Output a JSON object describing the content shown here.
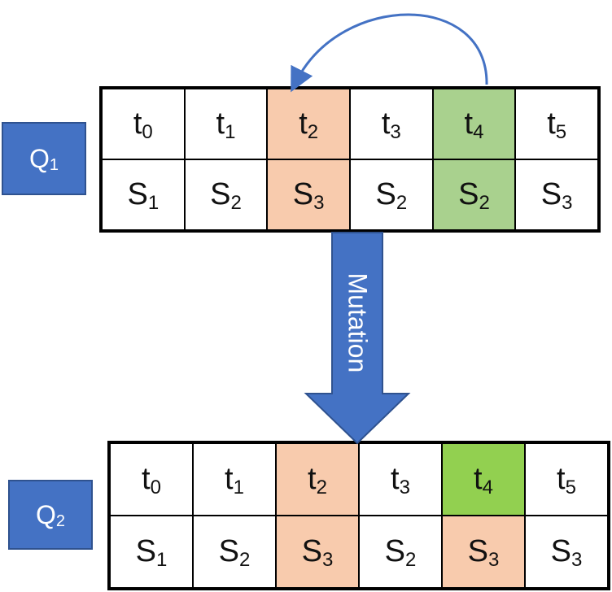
{
  "q1": {
    "label_main": "Q",
    "label_sub": "1",
    "row_t": [
      {
        "main": "t",
        "sub": "0",
        "color": "white"
      },
      {
        "main": "t",
        "sub": "1",
        "color": "white"
      },
      {
        "main": "t",
        "sub": "2",
        "color": "orange"
      },
      {
        "main": "t",
        "sub": "3",
        "color": "white"
      },
      {
        "main": "t",
        "sub": "4",
        "color": "green-light"
      },
      {
        "main": "t",
        "sub": "5",
        "color": "white"
      }
    ],
    "row_s": [
      {
        "main": "S",
        "sub": "1",
        "color": "white"
      },
      {
        "main": "S",
        "sub": "2",
        "color": "white"
      },
      {
        "main": "S",
        "sub": "3",
        "color": "orange"
      },
      {
        "main": "S",
        "sub": "2",
        "color": "white"
      },
      {
        "main": "S",
        "sub": "2",
        "color": "green-light"
      },
      {
        "main": "S",
        "sub": "3",
        "color": "white"
      }
    ]
  },
  "q2": {
    "label_main": "Q",
    "label_sub": "2",
    "row_t": [
      {
        "main": "t",
        "sub": "0",
        "color": "white"
      },
      {
        "main": "t",
        "sub": "1",
        "color": "white"
      },
      {
        "main": "t",
        "sub": "2",
        "color": "orange"
      },
      {
        "main": "t",
        "sub": "3",
        "color": "white"
      },
      {
        "main": "t",
        "sub": "4",
        "color": "green-dark"
      },
      {
        "main": "t",
        "sub": "5",
        "color": "white"
      }
    ],
    "row_s": [
      {
        "main": "S",
        "sub": "1",
        "color": "white"
      },
      {
        "main": "S",
        "sub": "2",
        "color": "white"
      },
      {
        "main": "S",
        "sub": "3",
        "color": "orange"
      },
      {
        "main": "S",
        "sub": "2",
        "color": "white"
      },
      {
        "main": "S",
        "sub": "3",
        "color": "orange"
      },
      {
        "main": "S",
        "sub": "3",
        "color": "white"
      }
    ]
  },
  "mutation_label": "Mutation",
  "colors": {
    "box_blue": "#4472c4",
    "orange": "#f8cbad",
    "green_light": "#a9d18e",
    "green_dark": "#92d050"
  }
}
